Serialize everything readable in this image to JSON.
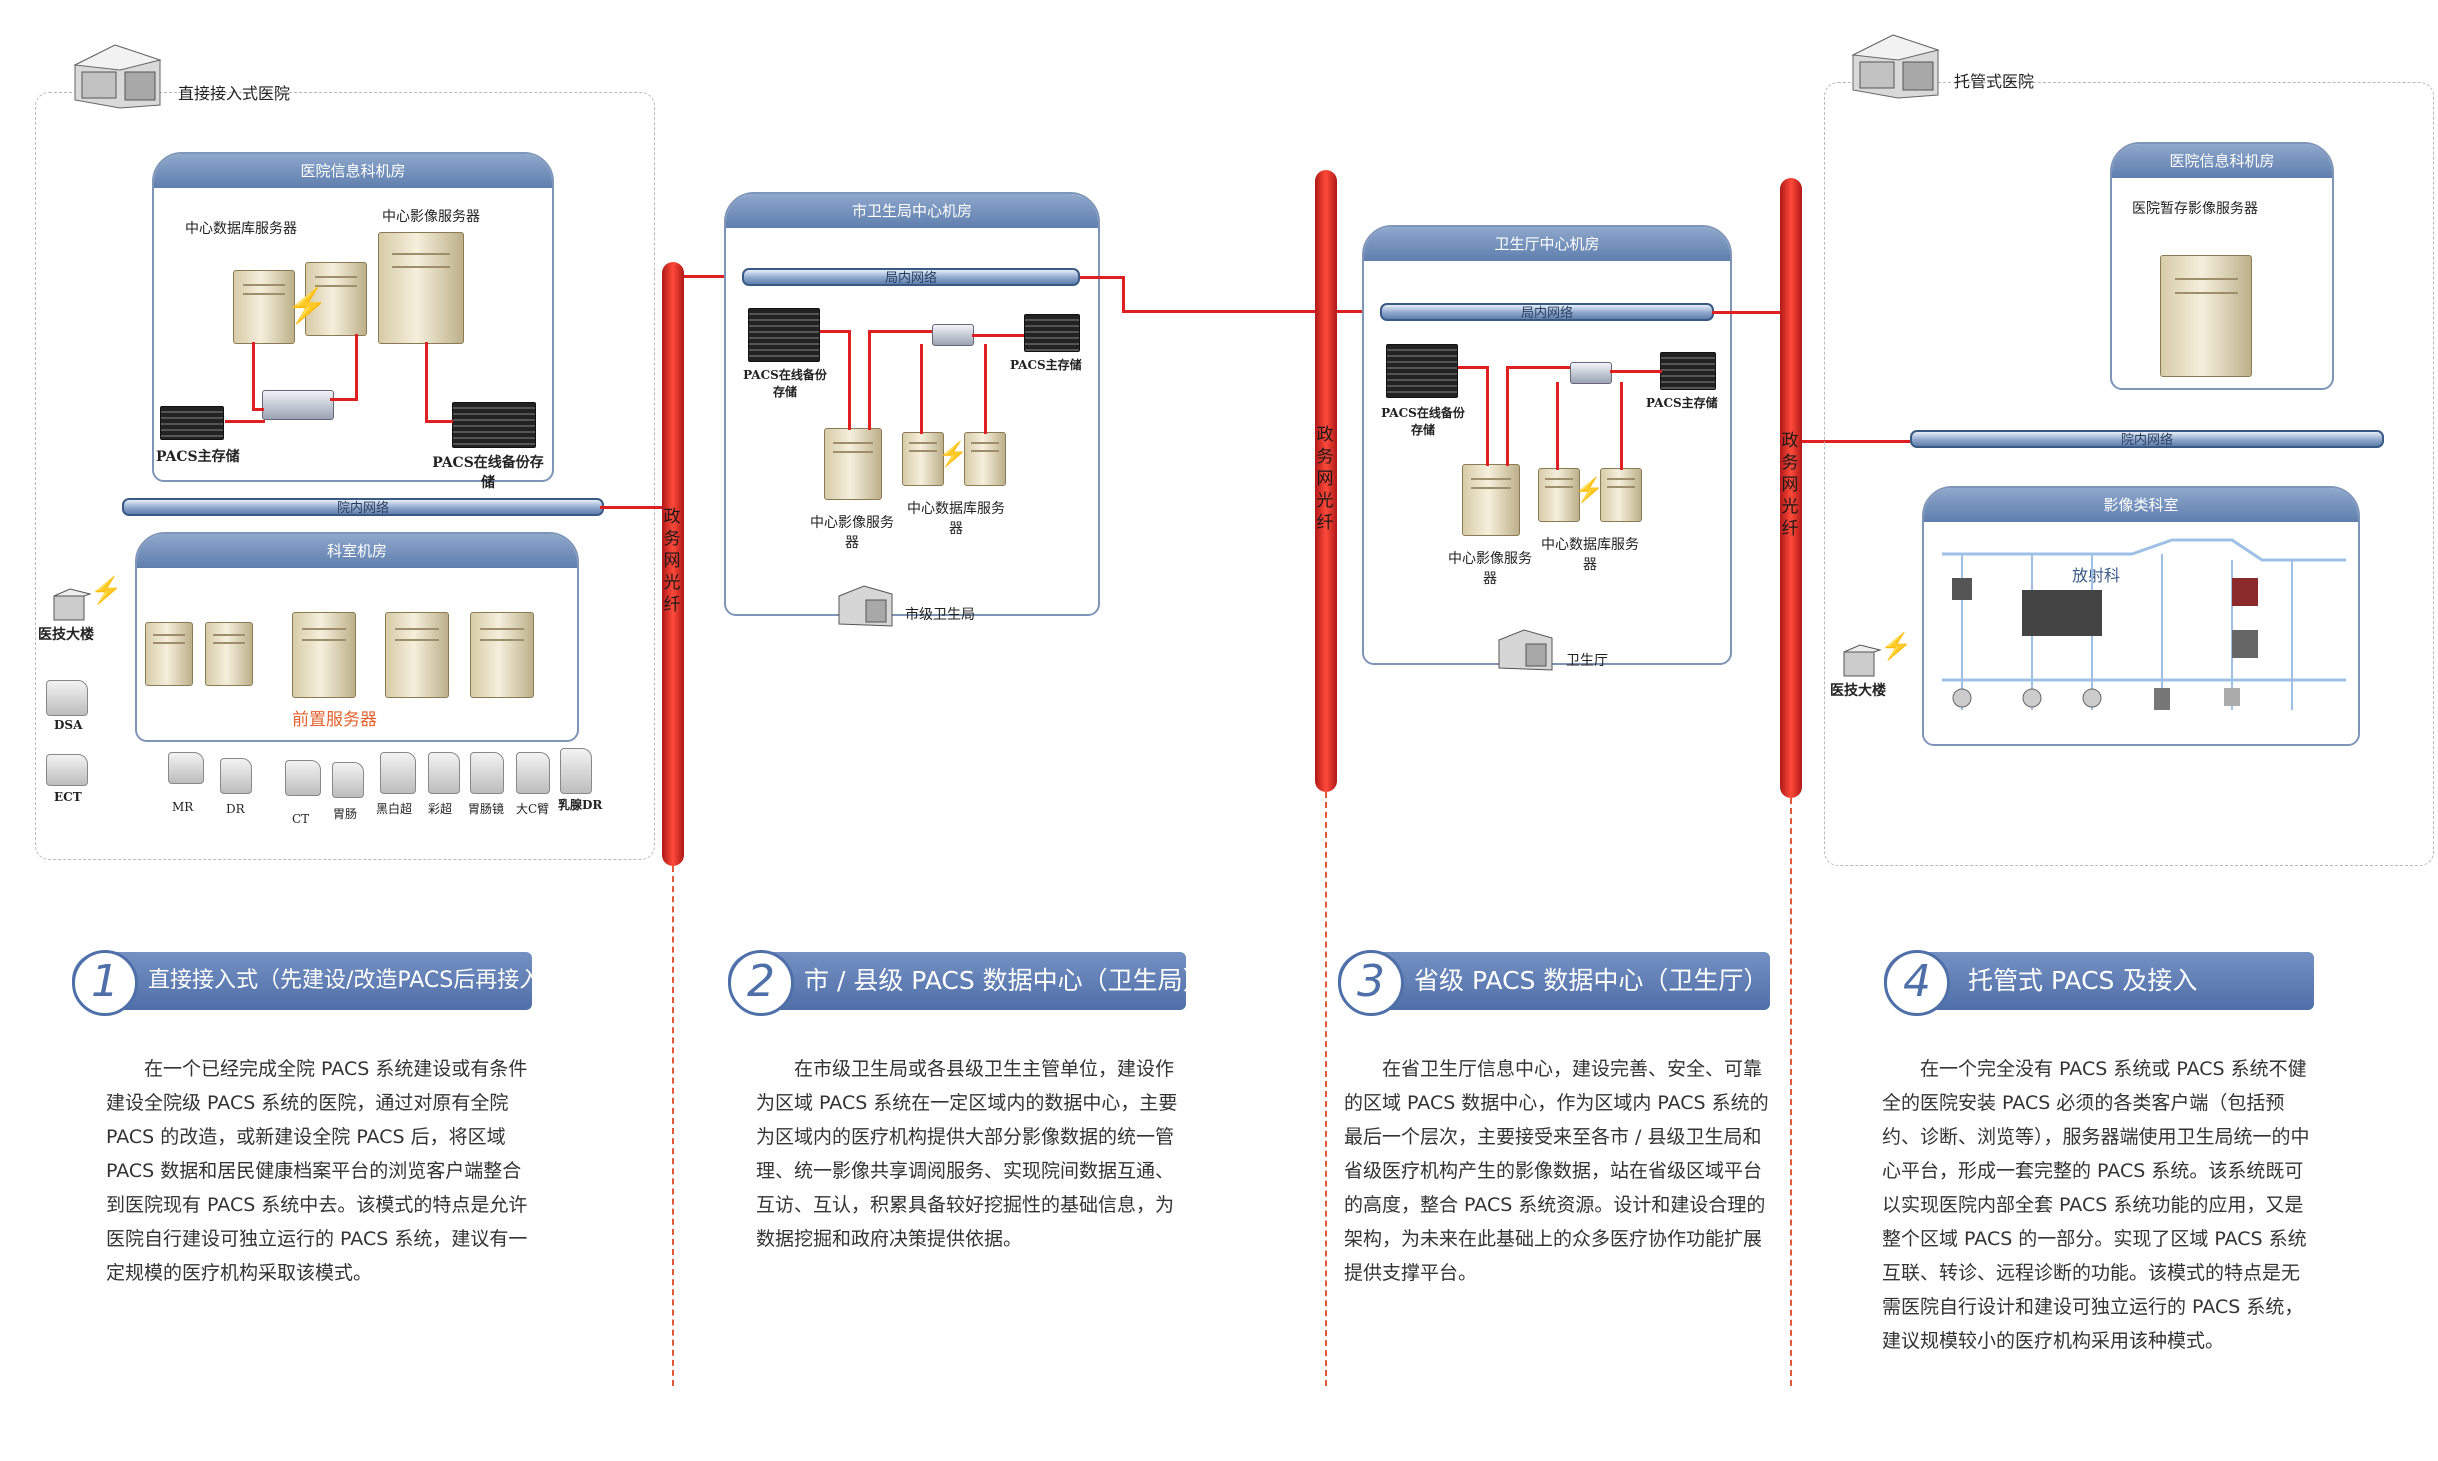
{
  "sites": {
    "direct": {
      "title": "直接接入式医院",
      "it_room": "医院信息科机房",
      "db_server": "中心数据库服务器",
      "image_server": "中心影像服务器",
      "main_storage": "PACS主存储",
      "backup_storage": "PACS在线备份存储",
      "lan": "院内网络",
      "dept_room": "科室机房",
      "front_server": "前置服务器",
      "tech_building": "医技大楼",
      "devices": [
        "DSA",
        "ECT",
        "MR",
        "DR",
        "CT",
        "胃肠",
        "黑白超",
        "彩超",
        "胃肠镜",
        "大C臂",
        "乳腺DR"
      ]
    },
    "city": {
      "room": "市卫生局中心机房",
      "lan": "局内网络",
      "backup_storage": "PACS在线备份存储",
      "main_storage": "PACS主存储",
      "image_server": "中心影像服务器",
      "db_server": "中心数据库服务器",
      "building": "市级卫生局"
    },
    "province": {
      "room": "卫生厅中心机房",
      "lan": "局内网络",
      "backup_storage": "PACS在线备份存储",
      "main_storage": "PACS主存储",
      "image_server": "中心影像服务器",
      "db_server": "中心数据库服务器",
      "building": "卫生厅"
    },
    "hosted": {
      "title": "托管式医院",
      "it_room": "医院信息科机房",
      "temp_server": "医院暂存影像服务器",
      "lan": "院内网络",
      "imaging_room": "影像类科室",
      "radiology": "放射科",
      "tech_building": "医技大楼"
    }
  },
  "poles": {
    "label": "政务网光纤"
  },
  "modes": [
    {
      "num": "1",
      "title": "直接接入式（先建设/改造PACS后再接入）",
      "text": "在一个已经完成全院 PACS 系统建设或有条件建设全院级 PACS 系统的医院，通过对原有全院 PACS 的改造，或新建设全院 PACS 后，将区域 PACS 数据和居民健康档案平台的浏览客户端整合到医院现有 PACS 系统中去。该模式的特点是允许医院自行建设可独立运行的 PACS 系统，建议有一定规模的医疗机构采取该模式。"
    },
    {
      "num": "2",
      "title": "市 / 县级 PACS 数据中心（卫生局）",
      "text": "在市级卫生局或各县级卫生主管单位，建设作为区域 PACS 系统在一定区域内的数据中心，主要为区域内的医疗机构提供大部分影像数据的统一管理、统一影像共享调阅服务、实现院间数据互通、互访、互认，积累具备较好挖掘性的基础信息，为数据挖掘和政府决策提供依据。"
    },
    {
      "num": "3",
      "title": "省级 PACS 数据中心（卫生厅）",
      "text": "在省卫生厅信息中心，建设完善、安全、可靠的区域 PACS 数据中心，作为区域内 PACS 系统的最后一个层次，主要接受来至各市 / 县级卫生局和省级医疗机构产生的影像数据，站在省级区域平台的高度，整合 PACS 系统资源。设计和建设合理的架构，为未来在此基础上的众多医疗协作功能扩展提供支撑平台。"
    },
    {
      "num": "4",
      "title": "托管式 PACS 及接入",
      "text": "在一个完全没有 PACS 系统或 PACS 系统不健全的医院安装 PACS 必须的各类客户端（包括预约、诊断、浏览等），服务器端使用卫生局统一的中心平台，形成一套完整的 PACS 系统。该系统既可以实现医院内部全套 PACS 系统功能的应用，又是整个区域 PACS 的一部分。实现了区域 PACS 系统互联、转诊、远程诊断的功能。该模式的特点是无需医院自行设计和建设可独立运行的 PACS 系统，建议规模较小的医疗机构采用该种模式。"
    }
  ],
  "colors": {
    "banner": "#5f7fae",
    "fiber": "#e02020",
    "front_server": "#e5622d"
  }
}
